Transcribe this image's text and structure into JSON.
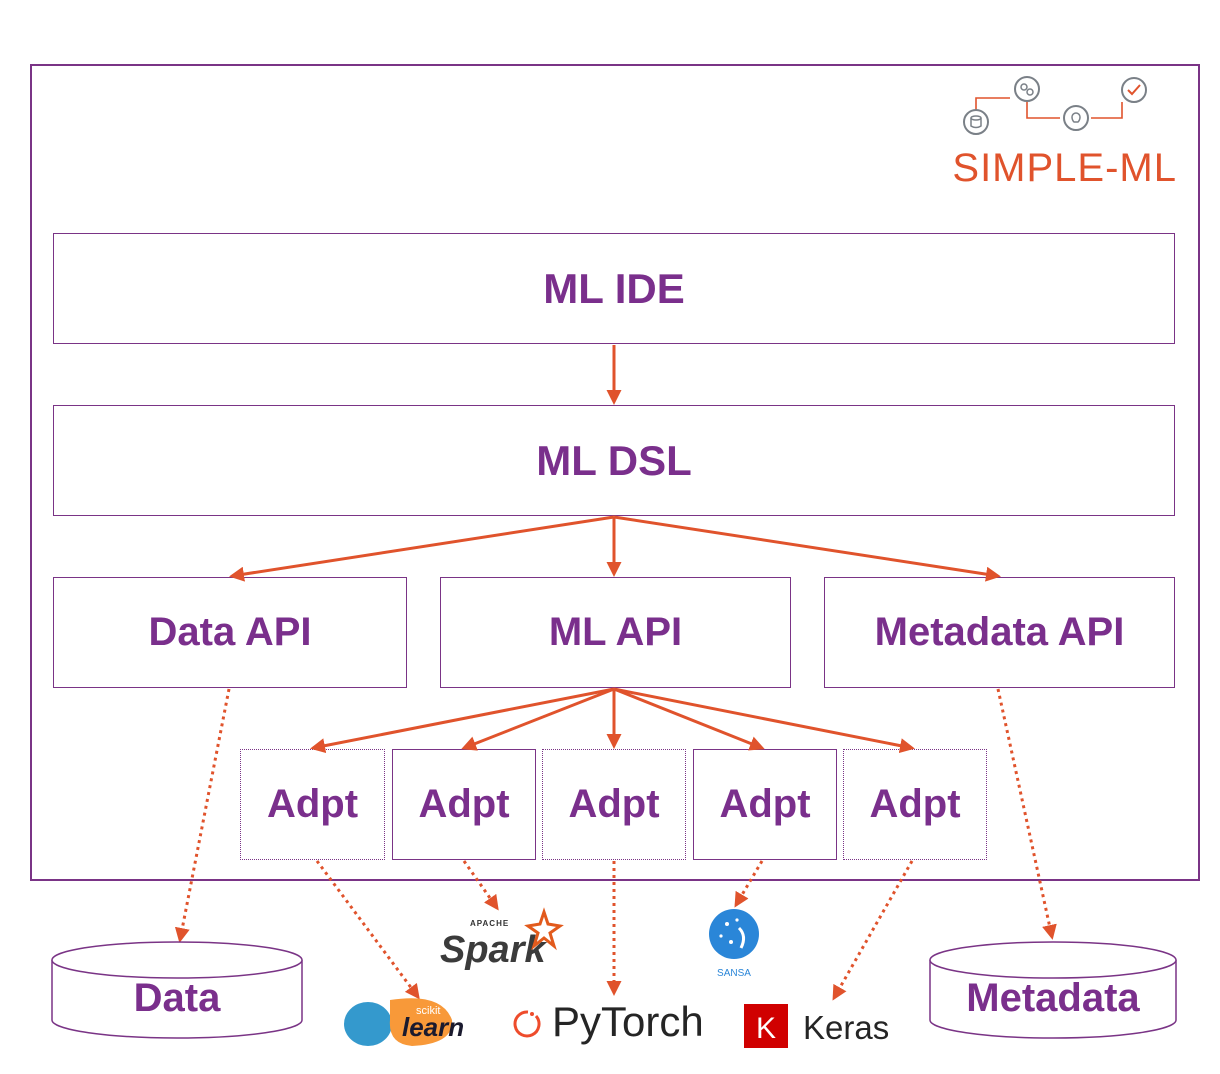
{
  "brand": {
    "name": "SIMPLE-ML",
    "color": "#e0532c"
  },
  "layers": {
    "ide": "ML IDE",
    "dsl": "ML DSL",
    "data_api": "Data API",
    "ml_api": "ML API",
    "metadata_api": "Metadata API"
  },
  "adapters": [
    "Adpt",
    "Adpt",
    "Adpt",
    "Adpt",
    "Adpt"
  ],
  "stores": {
    "data": "Data",
    "metadata": "Metadata"
  },
  "frameworks": {
    "spark_top": "APACHE",
    "spark": "Spark",
    "sansa": "SANSA",
    "sklearn_top": "scikit",
    "sklearn": "learn",
    "pytorch": "PyTorch",
    "keras_letter": "K",
    "keras": "Keras"
  },
  "colors": {
    "accent": "#7a2f8c",
    "arrow": "#e0532c",
    "keras": "#d00000",
    "sansa": "#2a86d8"
  }
}
